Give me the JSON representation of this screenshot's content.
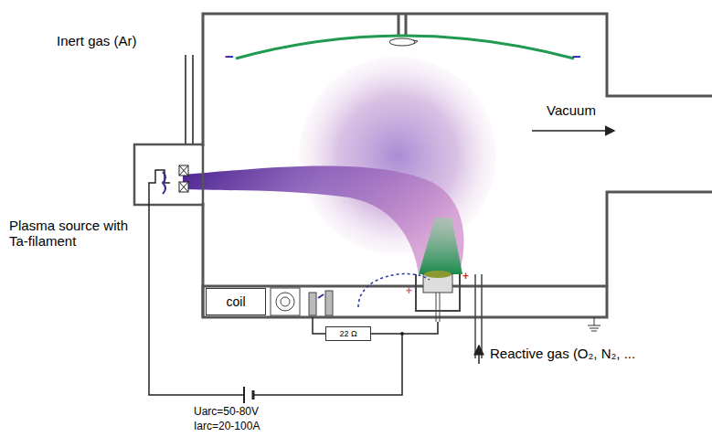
{
  "diagram": {
    "nodes": [
      {
        "text": [
          "coil"
        ]
      },
      {
        "text": [
          "22 Ω"
        ]
      }
    ],
    "labels": [
      "Inert gas (Ar)",
      "Plasma source with Ta-filament",
      "Vacuum",
      "Reactive gas (O₂, N₂, ...",
      "Uarc=50-80V",
      "Iarc=20-100A",
      "–",
      "–",
      "+",
      "+"
    ]
  }
}
